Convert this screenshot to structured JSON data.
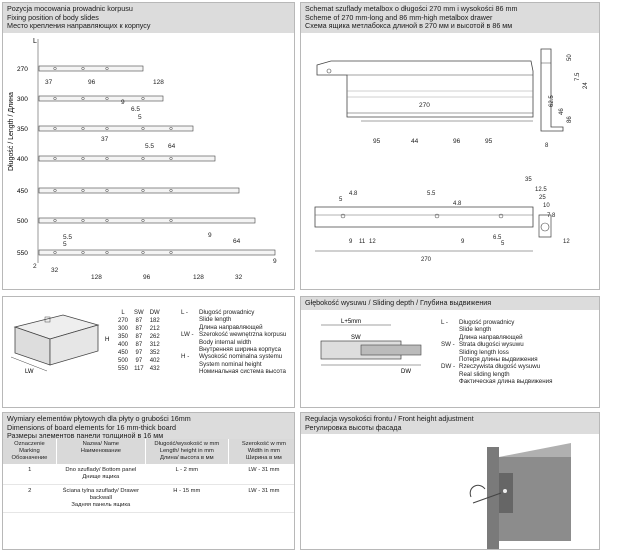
{
  "panel1": {
    "title_pl": "Pozycja mocowania prowadnic korpusu",
    "title_en": "Fixing position of body slides",
    "title_ru": "Место крепления направляющих к корпусу",
    "axis_label": "Długość / Length / Длина",
    "axis_letter": "L",
    "lengths": [
      "270",
      "300",
      "350",
      "400",
      "450",
      "500",
      "550"
    ],
    "dims": [
      "37",
      "96",
      "128",
      "9",
      "6.5",
      "5",
      "5.5",
      "37",
      "64",
      "2",
      "64",
      "32",
      "128",
      "96",
      "128",
      "32",
      "9"
    ]
  },
  "panel2": {
    "title_pl": "Schemat szuflady metalbox o długości 270 mm i wysokości 86 mm",
    "title_en": "Scheme of 270 mm-long and 86 mm-high metalbox drawer",
    "title_ru": "Схема ящика метлабокса длиной в 270 мм и высотой в 86 мм",
    "dims_top": [
      "270",
      "95",
      "44",
      "96",
      "95",
      "50",
      "7.5",
      "24",
      "8",
      "62.5",
      "46",
      "86",
      "8"
    ],
    "dims_bottom": [
      "4.8",
      "5",
      "5.5",
      "9",
      "11",
      "12",
      "4.8",
      "9",
      "6.5",
      "5",
      "270",
      "35",
      "12.5",
      "25",
      "10",
      "7.8",
      "12"
    ]
  },
  "panel3": {
    "table_headers": [
      "L",
      "SW",
      "DW"
    ],
    "table_rows": [
      [
        "270",
        "87",
        "182"
      ],
      [
        "300",
        "87",
        "212"
      ],
      [
        "350",
        "87",
        "262"
      ],
      [
        "400",
        "87",
        "312"
      ],
      [
        "450",
        "97",
        "352"
      ],
      [
        "500",
        "97",
        "402"
      ],
      [
        "550",
        "117",
        "432"
      ]
    ],
    "legend": [
      {
        "k": "L -",
        "lines": [
          "Długość prowadnicy",
          "Slide length",
          "Длина направляющей"
        ]
      },
      {
        "k": "LW -",
        "lines": [
          "Szerokość wewnętrzna korpusu",
          "Body internal width",
          "Внутренняя ширина корпуса"
        ]
      },
      {
        "k": "H -",
        "lines": [
          "Wysokość nominalna systemu",
          "System nominal height",
          "Номинальная система высота"
        ]
      }
    ],
    "labels": [
      "LW",
      "H"
    ]
  },
  "panel4": {
    "title": "Głębokość wysuwu / Sliding depth / Глубина выдвижения",
    "labels": [
      "L+5mm",
      "SW",
      "DW"
    ],
    "legend": [
      {
        "k": "L -",
        "lines": [
          "Długość prowadnicy",
          "Slide length",
          "Длина направляющей"
        ]
      },
      {
        "k": "SW -",
        "lines": [
          "Strata długości wysuwu",
          "Sliding length loss",
          "Потеря длины выдвижения"
        ]
      },
      {
        "k": "DW -",
        "lines": [
          "Rzeczywista długość wysuwu",
          "Real sliding length",
          "Фактическая длина выдвижения"
        ]
      }
    ]
  },
  "panel5": {
    "title_pl": "Wymiary elementów płytowych dla płyty o grubości 16mm",
    "title_en": "Dimensions of board elements for 16 mm-thick board",
    "title_ru": "Размеры элементов панели толщиной в 16 мм",
    "headers": [
      [
        "Oznaczenie",
        "Marking",
        "Обозначение"
      ],
      [
        "Nazwa/ Name",
        "Наименование"
      ],
      [
        "Długość/wysokość w mm",
        "Length/ height in mm",
        "Длина/ высота в мм"
      ],
      [
        "Szerokość w mm",
        "Width in mm",
        "Ширина в мм"
      ]
    ],
    "rows": [
      {
        "mark": "1",
        "name": [
          "Dno szuflady/ Bottom panel",
          "Днище ящика"
        ],
        "len": "L - 2 mm",
        "width": "LW - 31 mm"
      },
      {
        "mark": "2",
        "name": [
          "Ściana tylna szuflady/ Drawer",
          "backwall",
          "Задняя панель ящика"
        ],
        "len": "H - 15 mm",
        "width": "LW - 31 mm"
      }
    ]
  },
  "panel6": {
    "title_pl": "Regulacja wysokości frontu / Front height adjustment",
    "title_ru": "Регулировка высоты фасада"
  }
}
